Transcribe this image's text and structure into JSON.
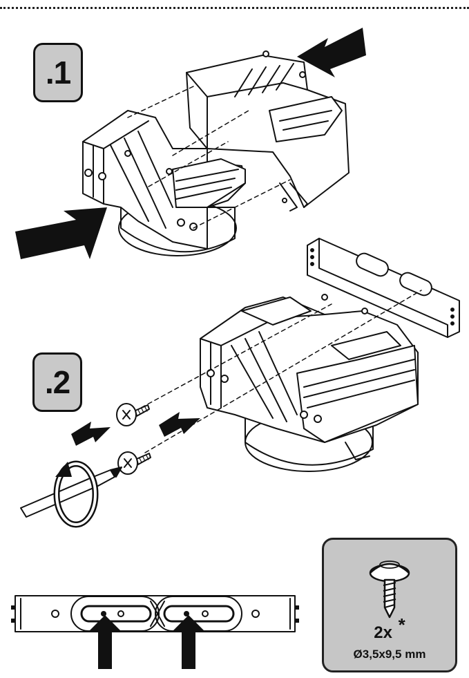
{
  "steps": [
    {
      "label": ".1"
    },
    {
      "label": ".2"
    }
  ],
  "hardware": {
    "quantity": "2x",
    "note_marker": "*",
    "size": "Ø3,5x9,5 mm"
  },
  "icons": [
    "housing-assembly-icon",
    "push-arrow-icon",
    "mounting-bracket-icon",
    "screw-icon",
    "screwdriver-icon",
    "rotate-arrow-icon"
  ],
  "colors": {
    "badge_bg": "#c9c9c9",
    "box_bg": "#c6c6c6",
    "line": "#111111",
    "fill": "#ffffff"
  }
}
